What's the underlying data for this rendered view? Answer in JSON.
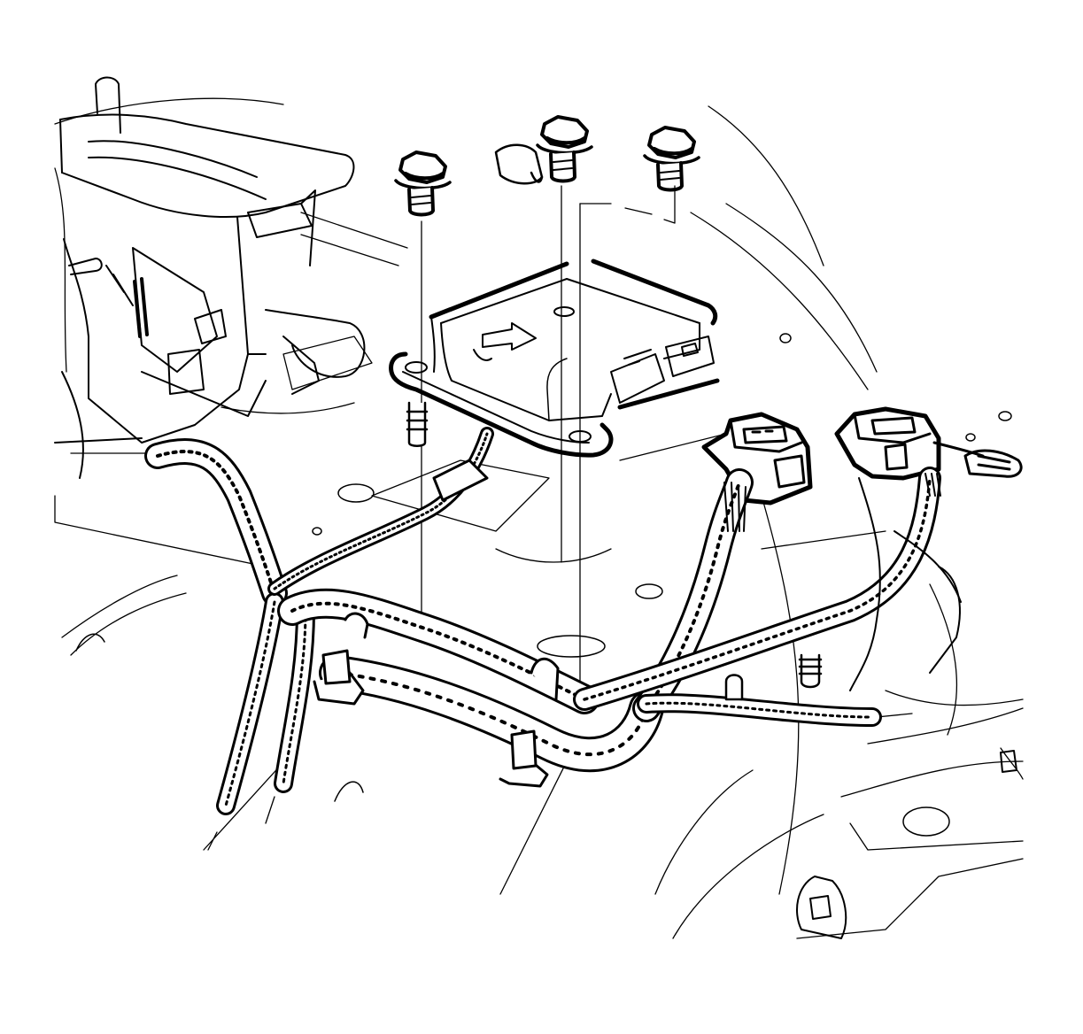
{
  "figure": {
    "background": "#ffffff",
    "ink": "#000000",
    "callouts": [],
    "components": {
      "module": "airbag-sensing-module",
      "fasteners": [
        "bolt",
        "bolt",
        "bolt"
      ],
      "connectors": [
        "harness-connector",
        "harness-connector"
      ],
      "harness": "wiring-harness"
    }
  }
}
